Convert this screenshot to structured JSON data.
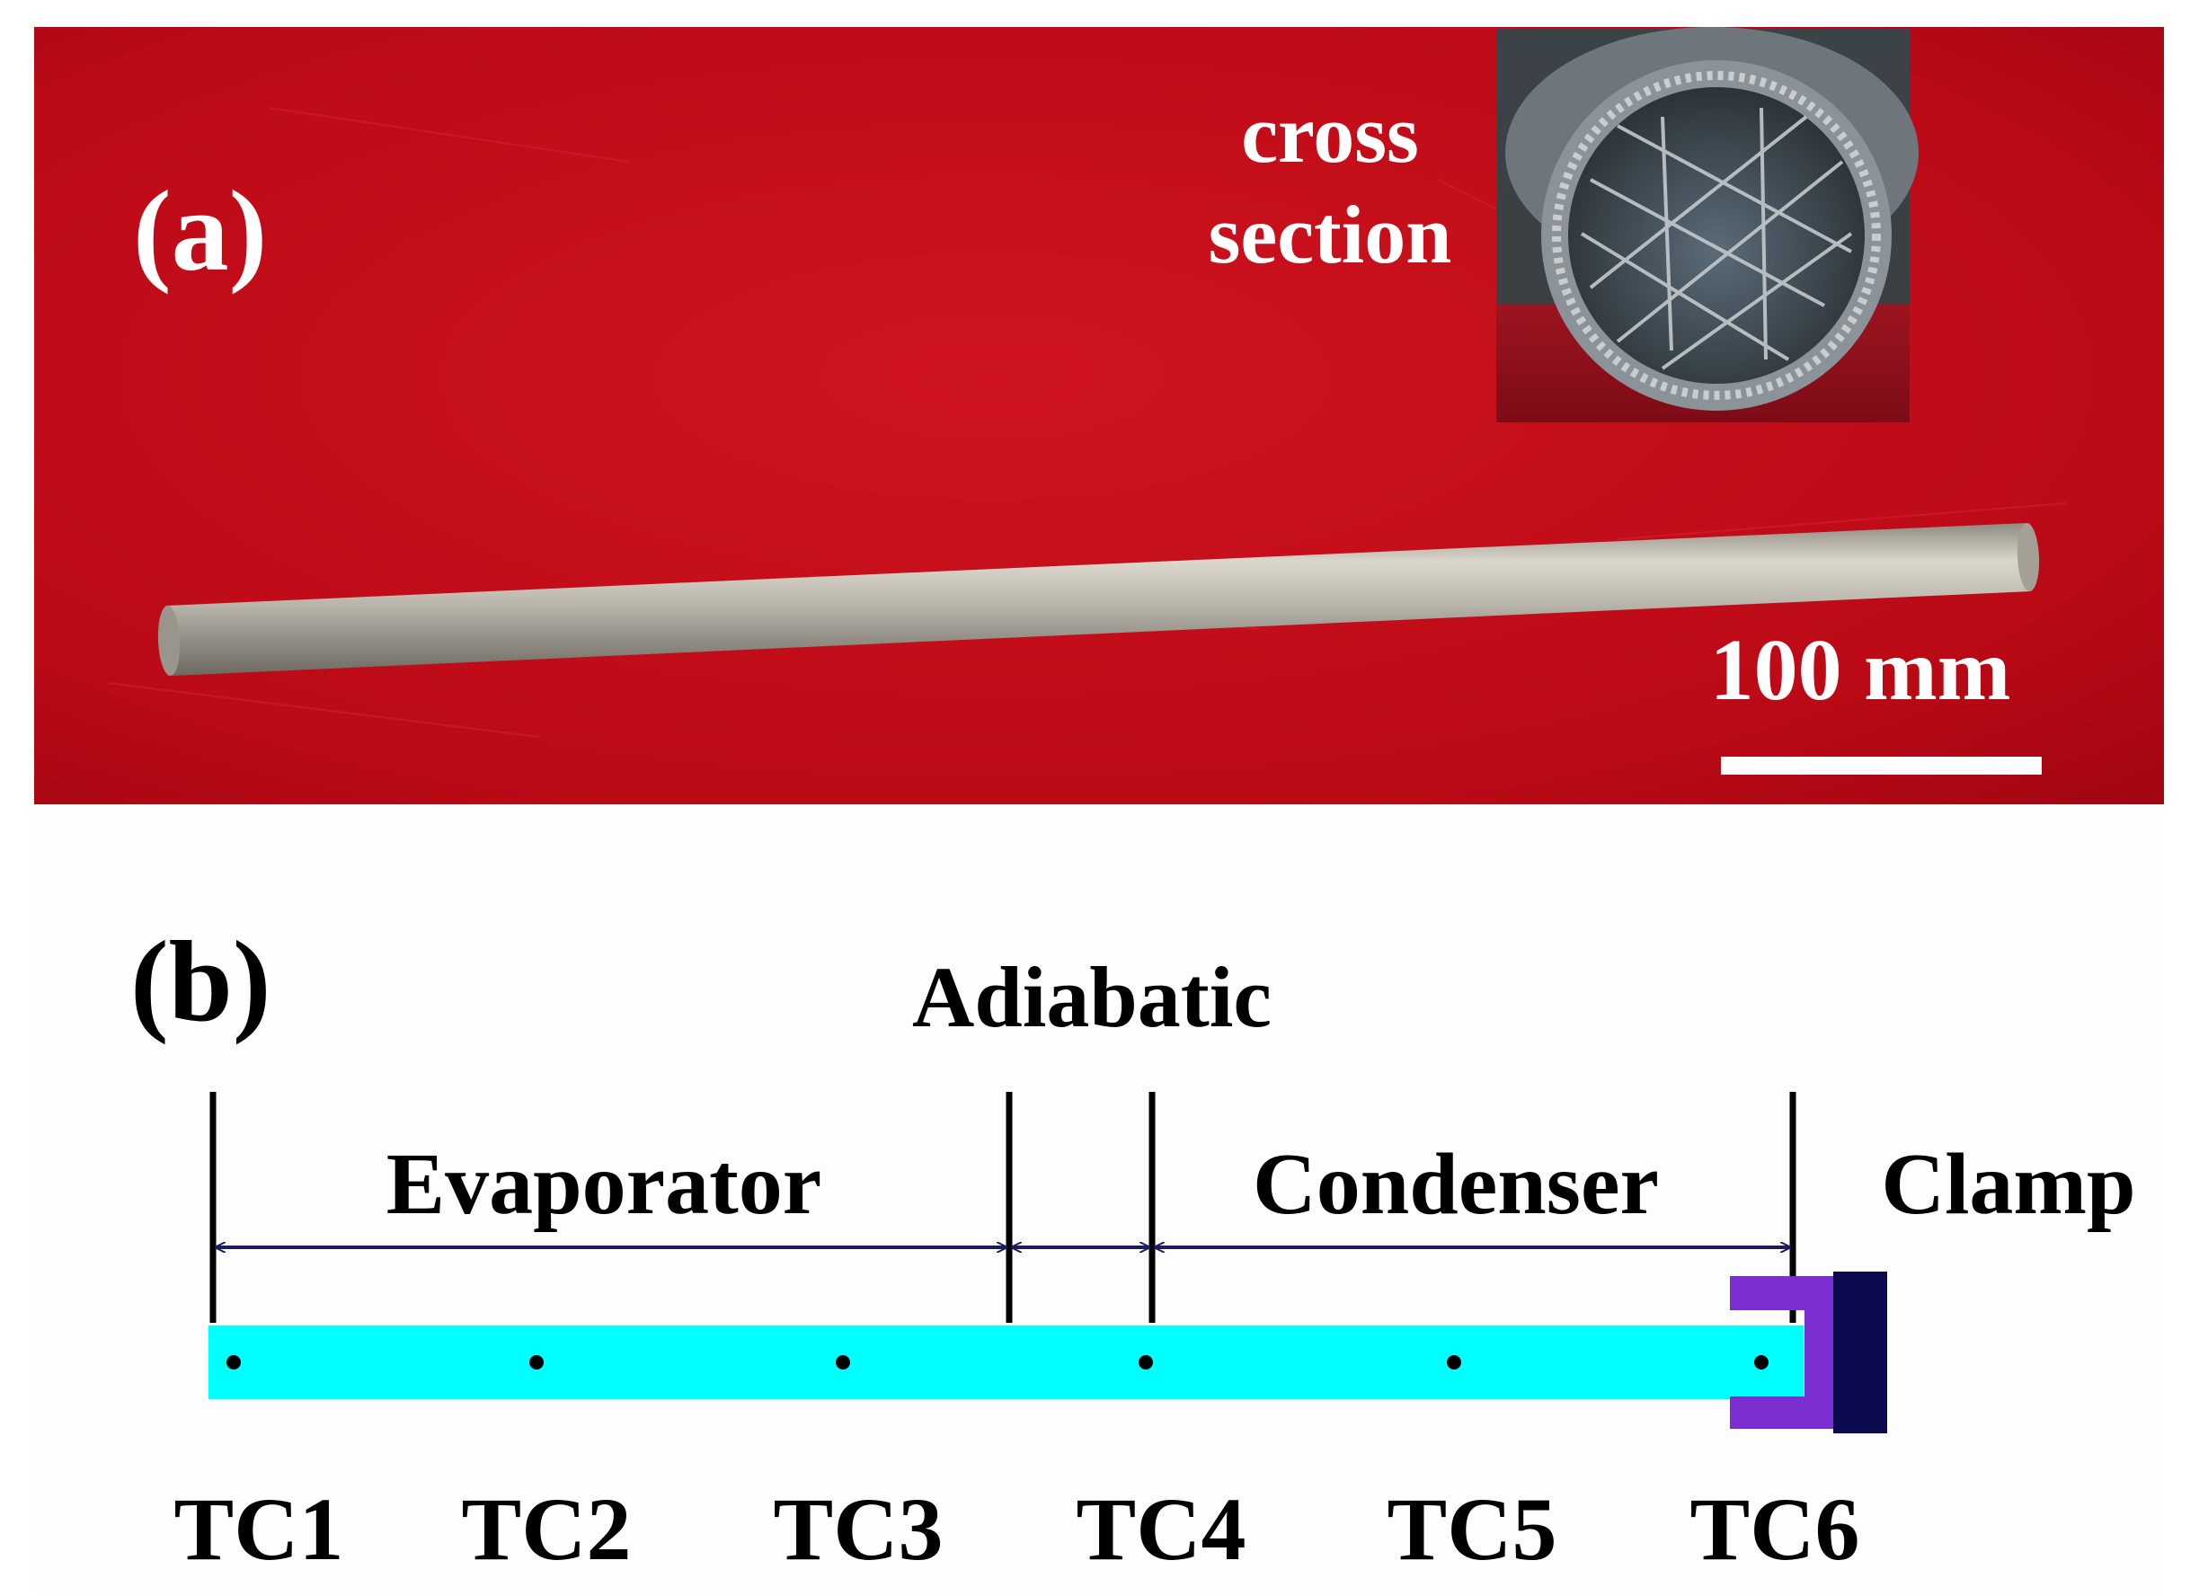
{
  "panel_a": {
    "label": "(a)",
    "inset_caption_line1": "cross",
    "inset_caption_line2": "section",
    "scale_bar_label": "100 mm",
    "colors": {
      "background": "#c40a16",
      "rod": "#c7c2b6",
      "text": "#ffffff"
    }
  },
  "panel_b": {
    "label": "(b)",
    "regions": {
      "evaporator": "Evaporator",
      "adiabatic": "Adiabatic",
      "condenser": "Condenser",
      "clamp": "Clamp"
    },
    "thermocouples": [
      "TC1",
      "TC2",
      "TC3",
      "TC4",
      "TC5",
      "TC6"
    ],
    "colors": {
      "pipe": "#00ffff",
      "arrow": "#1c1c5e",
      "clamp_inner": "#7b2fd0",
      "clamp_outer": "#0d0b4f",
      "text": "#000000"
    }
  }
}
